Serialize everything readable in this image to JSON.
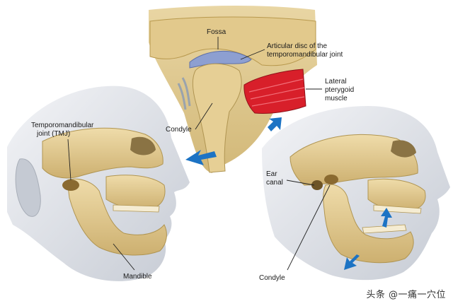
{
  "labels": {
    "fossa": "Fossa",
    "disc_line1": "Articular disc of the",
    "disc_line2": "temporomandibular joint",
    "lateral_line1": "Lateral",
    "lateral_line2": "pterygoid",
    "lateral_line3": "muscle",
    "condyle_top": "Condyle",
    "tmj_line1": "Temporomandibular",
    "tmj_line2": "joint (TMJ)",
    "ear_line1": "Ear",
    "ear_line2": "canal",
    "mandible": "Mandible",
    "condyle_bottom": "Condyle"
  },
  "watermark": "头条 @一痛一穴位",
  "colors": {
    "bone": "#e8d29a",
    "bone_shadow": "#c9ab62",
    "disc": "#8d9fd1",
    "muscle": "#d81f2a",
    "skin": "#d9dde4",
    "arrow": "#1c73c4"
  }
}
